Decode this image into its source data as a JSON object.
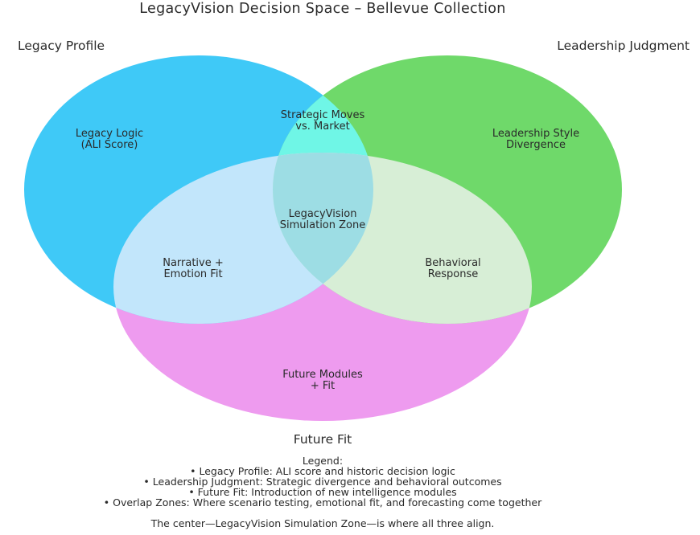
{
  "title": "LegacyVision Decision Space – Bellevue Collection",
  "sets": {
    "legacy": {
      "label": "Legacy Profile",
      "color": "#3fc9f7"
    },
    "leadership": {
      "label": "Leadership Judgment",
      "color": "#6fd96a"
    },
    "future": {
      "label": "Future Fit",
      "color": "#ee9bef"
    }
  },
  "regions": {
    "legacy_only": [
      "Legacy Logic",
      "(ALI Score)"
    ],
    "leadership_only": [
      "Leadership Style",
      "Divergence"
    ],
    "future_only": [
      "Future Modules",
      "+ Fit"
    ],
    "legacy_leadership": [
      "Strategic Moves",
      "vs. Market"
    ],
    "legacy_future": [
      "Narrative +",
      "Emotion Fit"
    ],
    "leadership_future": [
      "Behavioral",
      "Response"
    ],
    "center": [
      "LegacyVision",
      "Simulation Zone"
    ]
  },
  "overlap_colors": {
    "legacy_leadership": "#6ff6e6",
    "legacy_future": "#c2e6fb",
    "leadership_future": "#d7eed6",
    "center": "#9ddde4"
  },
  "legend": {
    "heading": "Legend:",
    "items": [
      "• Legacy Profile: ALI score and historic decision logic",
      "• Leadership Judgment: Strategic divergence and behavioral outcomes",
      "• Future Fit: Introduction of new intelligence modules",
      "• Overlap Zones: Where scenario testing, emotional fit, and forecasting come together"
    ],
    "footer": "The center—LegacyVision Simulation Zone—is where all three align."
  }
}
